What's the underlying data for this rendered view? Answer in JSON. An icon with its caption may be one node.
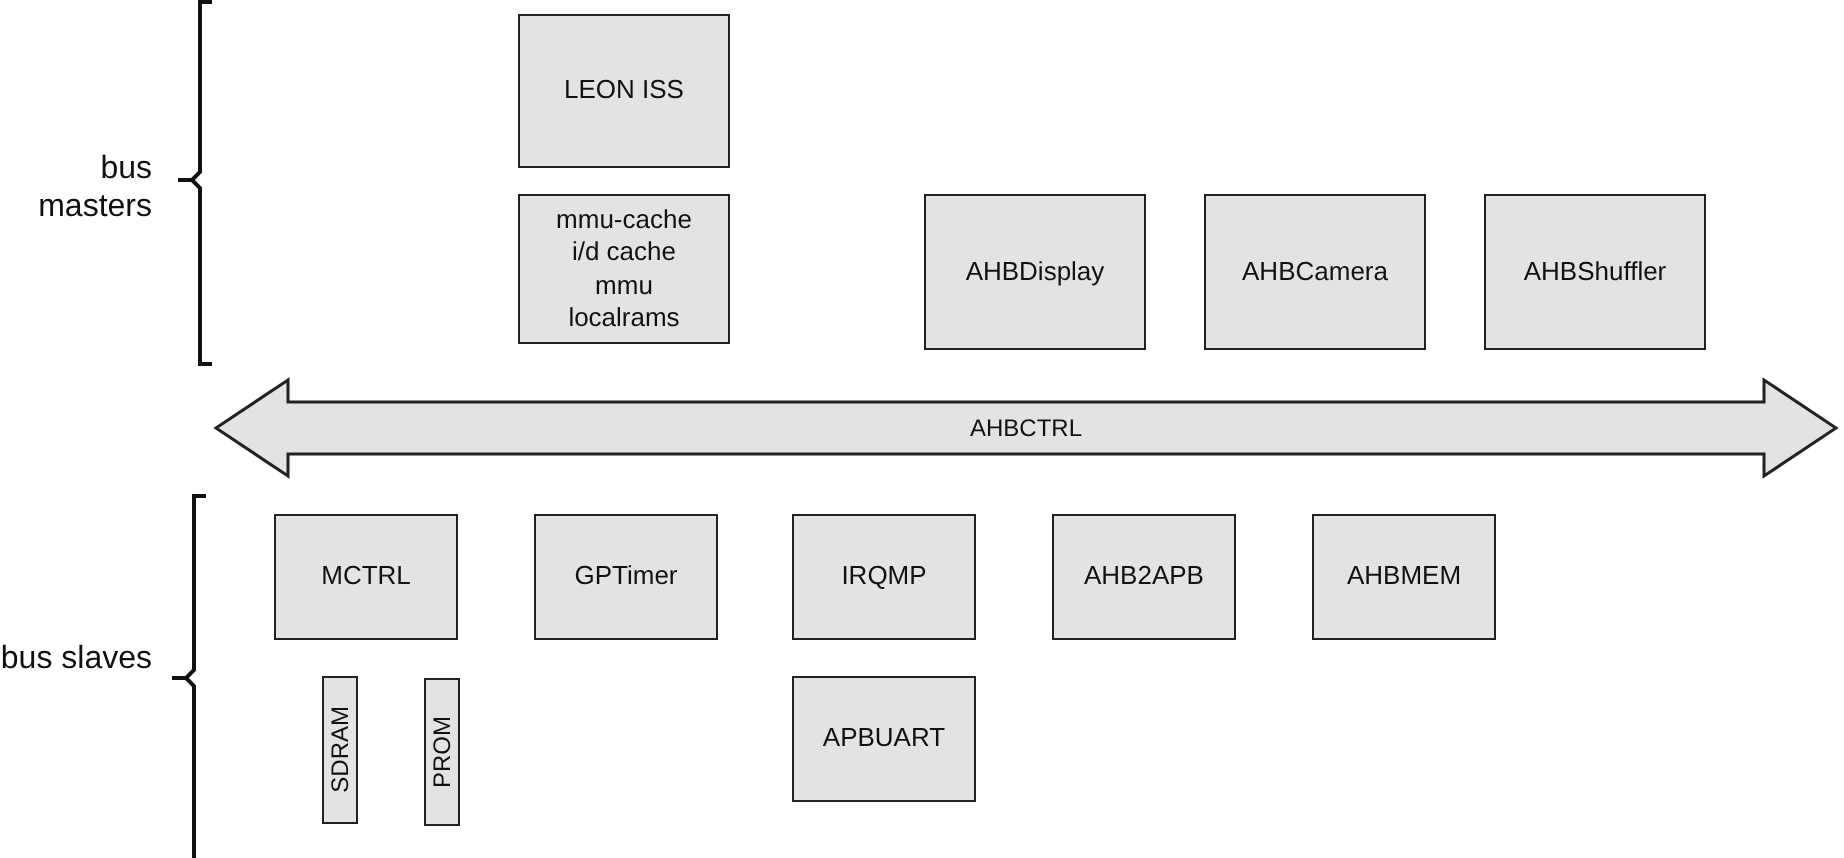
{
  "diagram": {
    "nodes": [
      {
        "text": [
          "LEON ISS"
        ]
      },
      {
        "text": [
          "mmu-cache",
          "i/d cache",
          "mmu",
          "localrams"
        ]
      },
      {
        "text": [
          "AHBDisplay"
        ]
      },
      {
        "text": [
          "AHBCamera"
        ]
      },
      {
        "text": [
          "AHBShuffler"
        ]
      },
      {
        "text": [
          "AHBCTRL"
        ]
      },
      {
        "text": [
          "MCTRL"
        ]
      },
      {
        "text": [
          "GPTimer"
        ]
      },
      {
        "text": [
          "IRQMP"
        ]
      },
      {
        "text": [
          "AHB2APB"
        ]
      },
      {
        "text": [
          "AHBMEM"
        ]
      },
      {
        "text": [
          "SDRAM"
        ]
      },
      {
        "text": [
          "PROM"
        ]
      },
      {
        "text": [
          "APBUART"
        ]
      }
    ],
    "labels": [
      "bus masters",
      "bus slaves"
    ]
  }
}
